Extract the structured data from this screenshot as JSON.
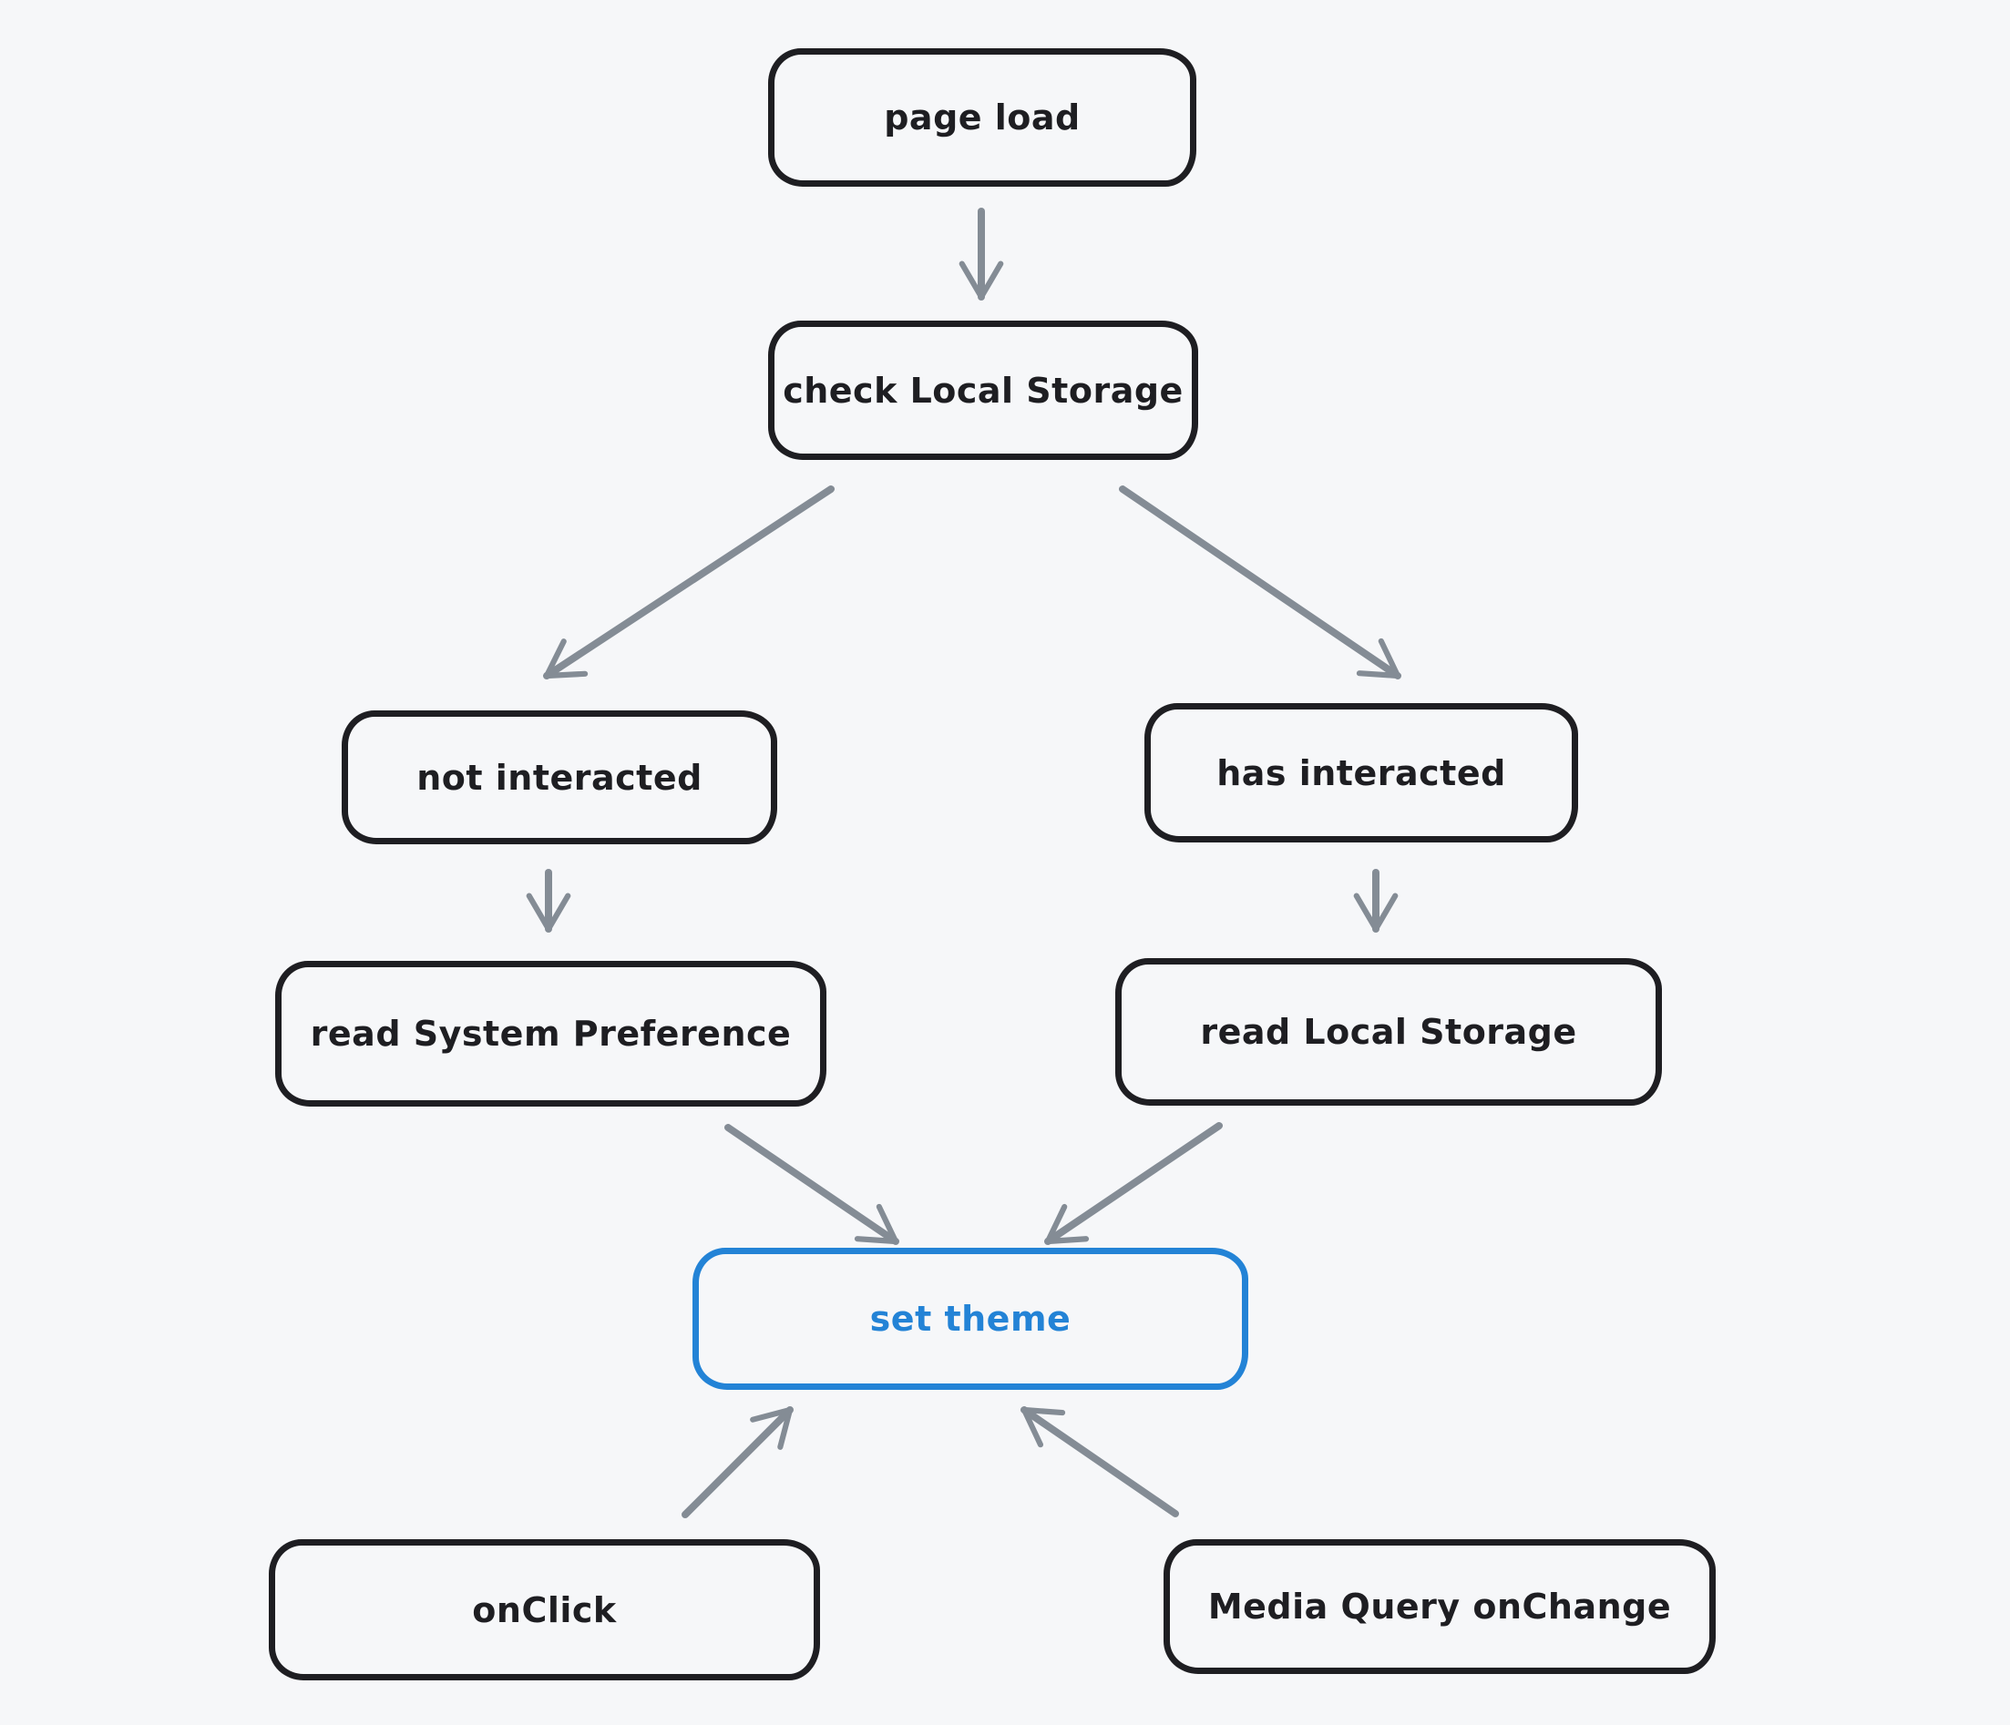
{
  "canvas": {
    "background": "#f6f7f9"
  },
  "colors": {
    "node_stroke": "#1e1e22",
    "node_text": "#1e1e22",
    "arrow": "#848c95",
    "accent_blue": "#2383d6"
  },
  "nodes": [
    {
      "id": "page-load",
      "label": "page load"
    },
    {
      "id": "check-local-storage",
      "label": "check Local Storage"
    },
    {
      "id": "not-interacted",
      "label": "not interacted"
    },
    {
      "id": "has-interacted",
      "label": "has interacted"
    },
    {
      "id": "read-system-preference",
      "label": "read System Preference"
    },
    {
      "id": "read-local-storage",
      "label": "read Local Storage"
    },
    {
      "id": "set-theme",
      "label": "set theme",
      "accent": true
    },
    {
      "id": "onclick",
      "label": "onClick"
    },
    {
      "id": "media-query-onchange",
      "label": "Media Query onChange"
    }
  ],
  "edges": [
    {
      "from": "page-load",
      "to": "check-local-storage"
    },
    {
      "from": "check-local-storage",
      "to": "not-interacted"
    },
    {
      "from": "check-local-storage",
      "to": "has-interacted"
    },
    {
      "from": "not-interacted",
      "to": "read-system-preference"
    },
    {
      "from": "has-interacted",
      "to": "read-local-storage"
    },
    {
      "from": "read-system-preference",
      "to": "set-theme"
    },
    {
      "from": "read-local-storage",
      "to": "set-theme"
    },
    {
      "from": "onclick",
      "to": "set-theme"
    },
    {
      "from": "media-query-onchange",
      "to": "set-theme"
    }
  ]
}
